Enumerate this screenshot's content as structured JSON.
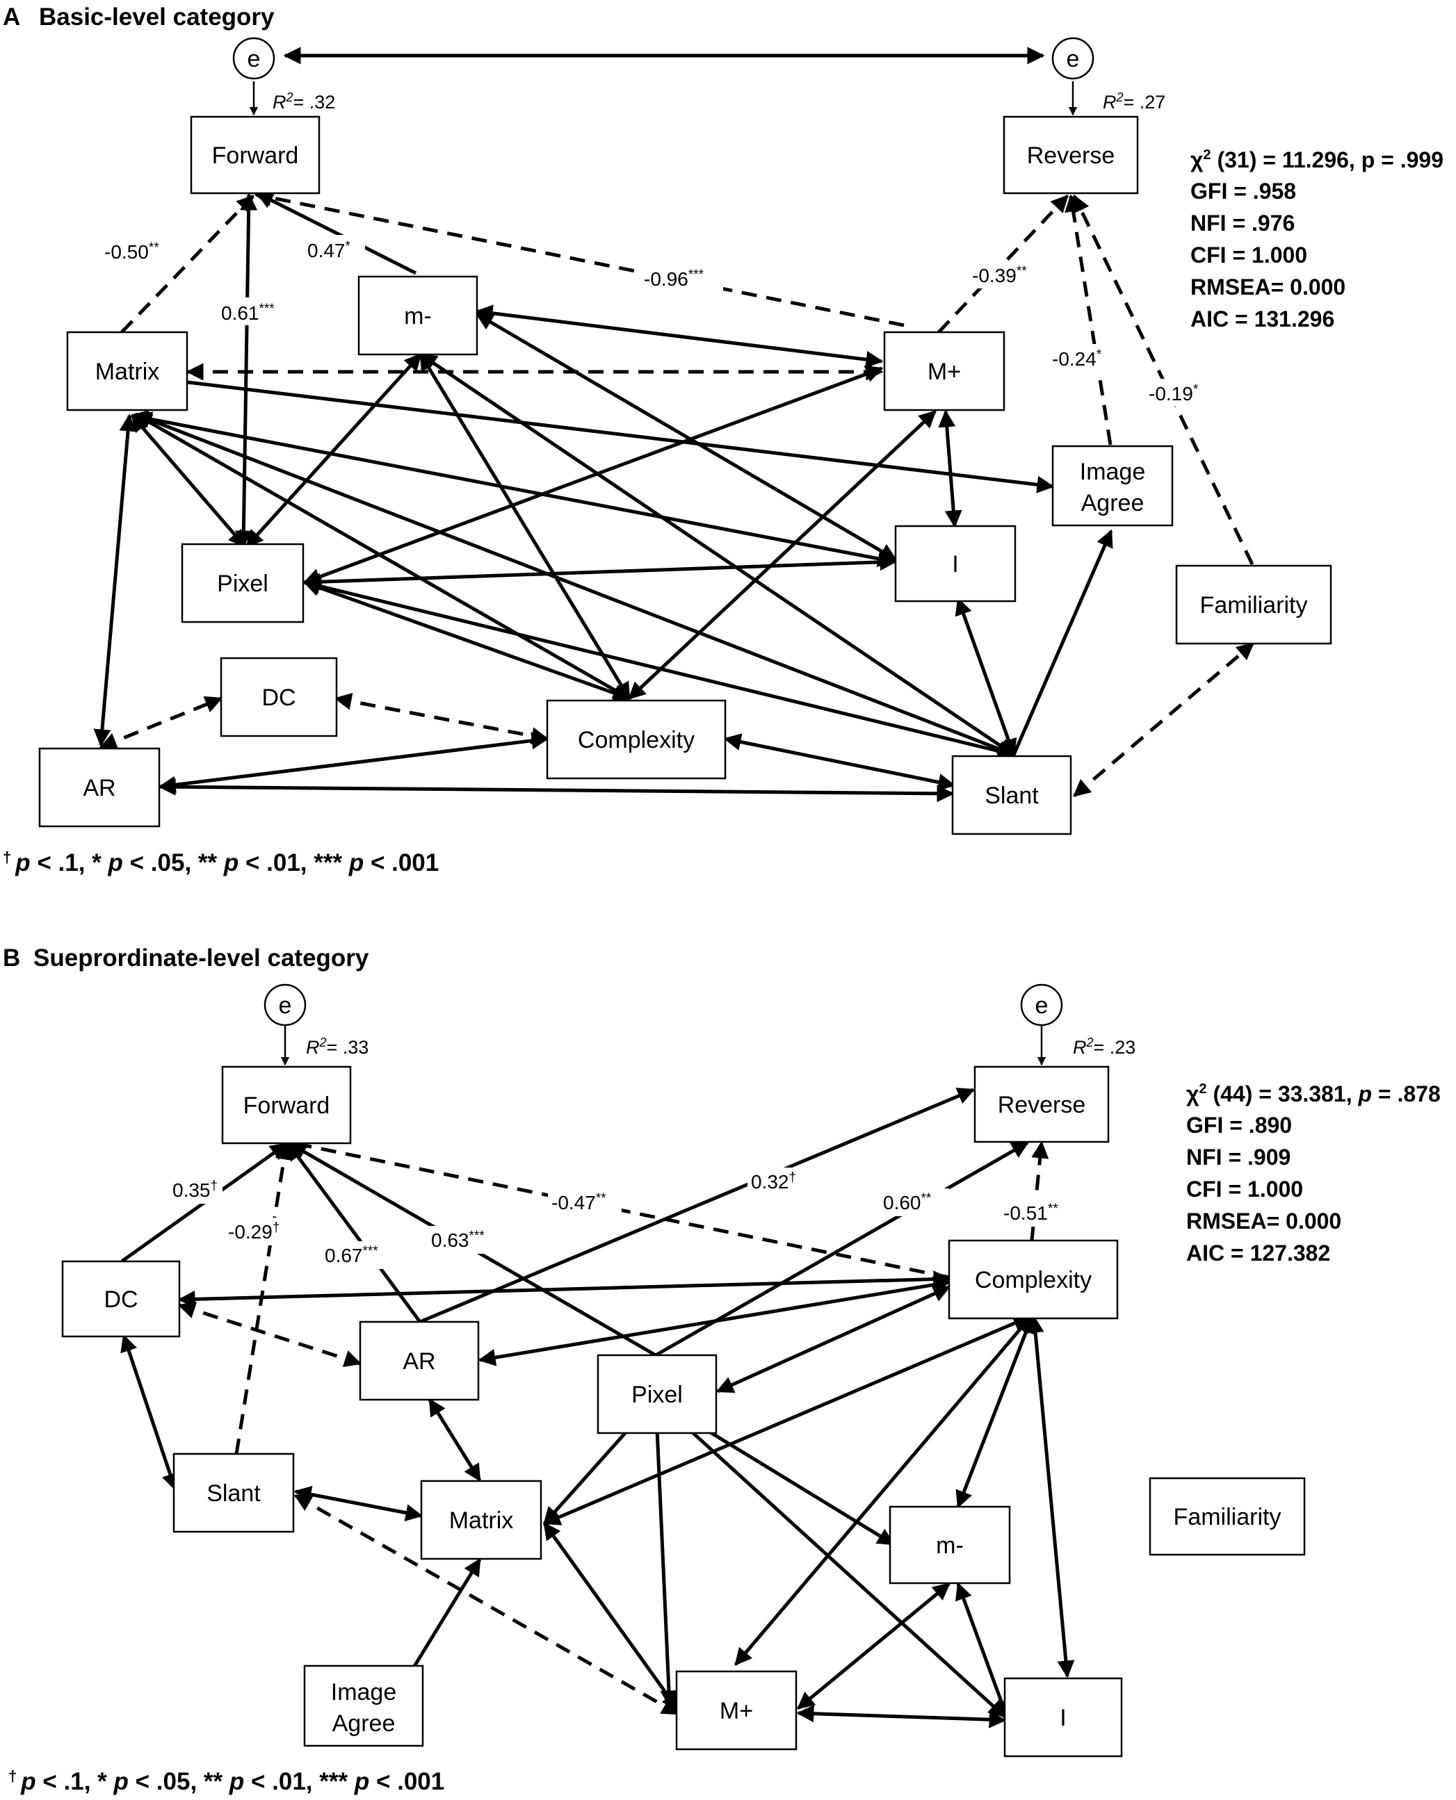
{
  "panels": [
    {
      "letter": "A",
      "title": "Basic-level category",
      "e_label": "e",
      "r2_forward": "= .32",
      "r2_reverse": "= .27",
      "nodes": {
        "forward": "Forward",
        "reverse": "Reverse",
        "mminus": "m-",
        "matrix": "Matrix",
        "mplus": "M+",
        "image_agree_1": "Image",
        "image_agree_2": "Agree",
        "pixel": "Pixel",
        "i": "I",
        "familiarity": "Familiarity",
        "dc": "DC",
        "complexity": "Complexity",
        "ar": "AR",
        "slant": "Slant"
      },
      "coefficients": {
        "matrix_forward": "-0.50",
        "matrix_forward_sig": "**",
        "mminus_forward": "0.47",
        "mminus_forward_sig": "*",
        "pixel_forward": "0.61",
        "pixel_forward_sig": "***",
        "mplus_forward": "-0.96",
        "mplus_forward_sig": "***",
        "mplus_reverse": "-0.39",
        "mplus_reverse_sig": "**",
        "imageagree_reverse": "-0.24",
        "imageagree_reverse_sig": "*",
        "familiarity_reverse": "-0.19",
        "familiarity_reverse_sig": "*"
      },
      "fit": {
        "chi": "χ",
        "chi_sup": "2",
        "chi_rest": " (31) = 11.296, p = .999",
        "gfi": "GFI = .958",
        "nfi": "NFI = .976",
        "cfi": "CFI = 1.000",
        "rmsea": "RMSEA= 0.000",
        "aic": "AIC = 131.296"
      }
    },
    {
      "letter": "B",
      "title": "Sueprordinate-level category",
      "e_label": "e",
      "r2_forward": "= .33",
      "r2_reverse": "= .23",
      "nodes": {
        "forward": "Forward",
        "reverse": "Reverse",
        "dc": "DC",
        "complexity": "Complexity",
        "ar": "AR",
        "pixel": "Pixel",
        "slant": "Slant",
        "matrix": "Matrix",
        "mminus": "m-",
        "familiarity": "Familiarity",
        "image_agree_1": "Image",
        "image_agree_2": "Agree",
        "mplus": "M+",
        "i": "I"
      },
      "coefficients": {
        "dc_forward": "0.35",
        "dc_forward_sig": "†",
        "slant_forward": "-0.29",
        "slant_forward_sig": "†",
        "ar_forward": "0.67",
        "ar_forward_sig": "***",
        "pixel_forward": "0.63",
        "pixel_forward_sig": "***",
        "complexity_forward": "-0.47",
        "complexity_forward_sig": "**",
        "ar_reverse": "0.32",
        "ar_reverse_sig": "†",
        "pixel_reverse": "0.60",
        "pixel_reverse_sig": "**",
        "complexity_reverse": "-0.51",
        "complexity_reverse_sig": "**"
      },
      "fit": {
        "chi": "χ",
        "chi_sup": "2",
        "chi_rest_1": " (44) = 33.381, ",
        "chi_p": "p",
        "chi_rest_2": " = .878",
        "gfi": "GFI = .890",
        "nfi": "NFI = .909",
        "cfi": "CFI = 1.000",
        "rmsea": "RMSEA= 0.000",
        "aic": "AIC = 127.382"
      }
    }
  ],
  "legend": {
    "dagger": "†",
    "p1": "p",
    "t1": " < .1, * ",
    "p2": "p",
    "t2": " < .05, ** ",
    "p3": "p",
    "t3": " < .01, *** ",
    "p4": "p",
    "t4": " < .001"
  },
  "r2_symbol": "R",
  "r2_sup": "2"
}
